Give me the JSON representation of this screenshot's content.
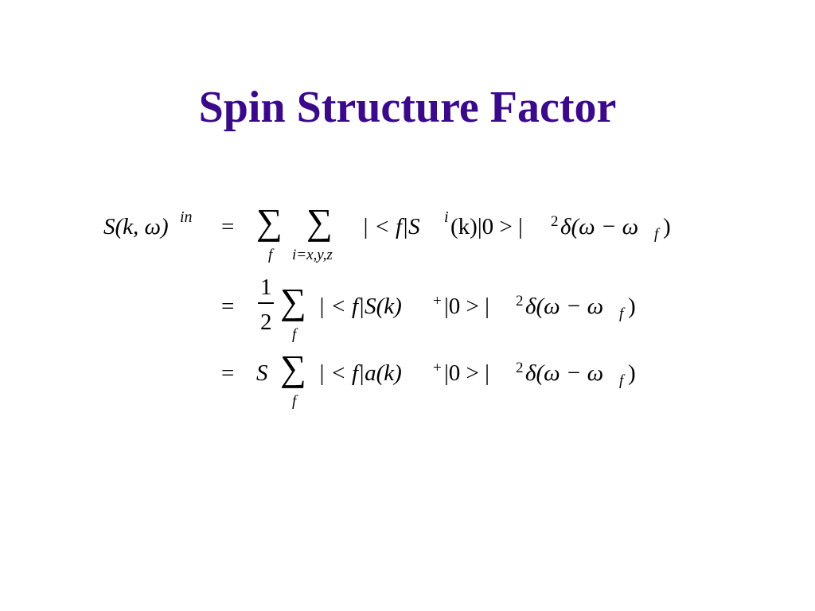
{
  "slide": {
    "title": "Spin Structure Factor"
  },
  "equation": {
    "lhs": "S(k, ω)",
    "lhs_sup": "in",
    "equals": "=",
    "sum": "∑",
    "row1": {
      "sum1_sub": "f",
      "sum2_sub": "i=x,y,z",
      "expr_a": "| < f|S",
      "expr_sup": "i",
      "expr_b": "(k)|0 > |",
      "expr_sq": "2",
      "expr_c": "δ(ω − ω",
      "expr_sub": "f",
      "expr_end": ")"
    },
    "row2": {
      "frac_num": "1",
      "frac_den": "2",
      "sum_sub": "f",
      "expr_a": "| < f|S(k)",
      "expr_sup": "+",
      "expr_b": "|0 > |",
      "expr_sq": "2",
      "expr_c": "δ(ω − ω",
      "expr_sub": "f",
      "expr_end": ")"
    },
    "row3": {
      "prefix": "S",
      "sum_sub": "f",
      "expr_a": "| < f|a(k)",
      "expr_sup": "+",
      "expr_b": "|0 > |",
      "expr_sq": "2",
      "expr_c": "δ(ω − ω",
      "expr_sub": "f",
      "expr_end": ")"
    }
  }
}
